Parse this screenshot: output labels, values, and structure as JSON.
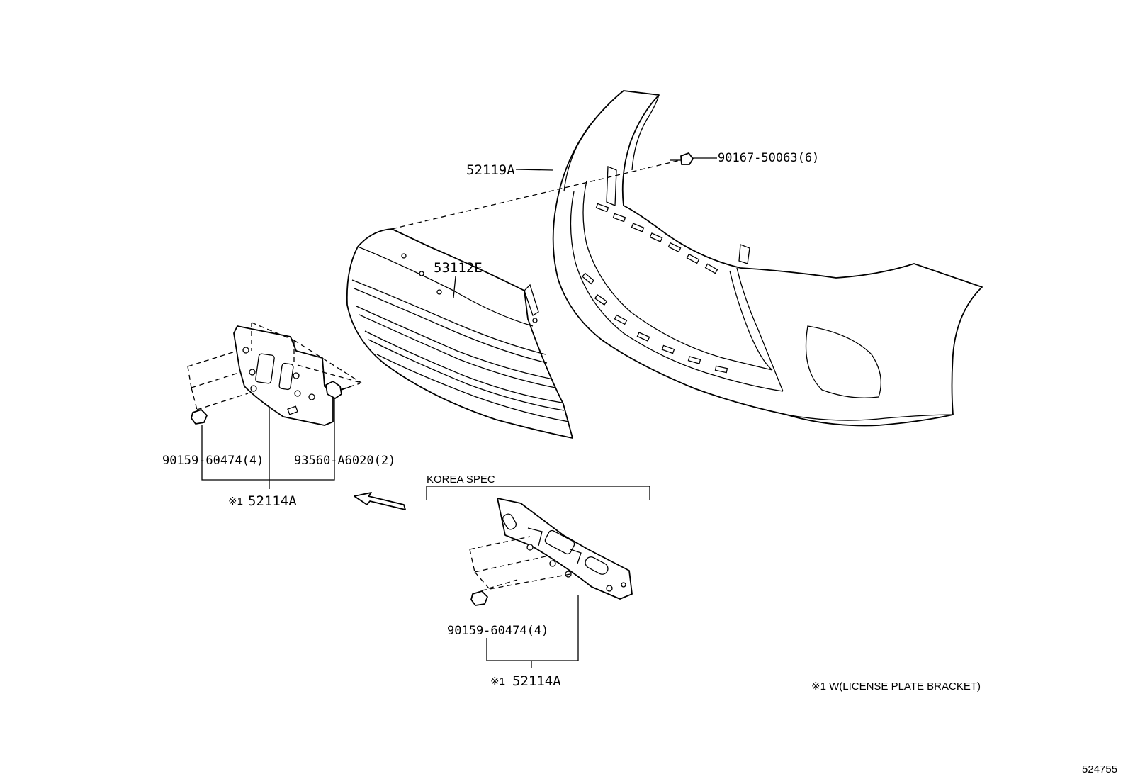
{
  "diagram": {
    "labels": {
      "bumper_cover": "52119A",
      "grille": "53112E",
      "clip_screw": "90167-50063(6)",
      "bolt_upper": "90159-60474(4)",
      "nut": "93560-A6020(2)",
      "bracket_upper": "52114A",
      "bracket_upper_mark": "※1",
      "korea_spec": "KOREA SPEC",
      "bolt_lower": "90159-60474(4)",
      "bracket_lower": "52114A",
      "bracket_lower_mark": "※1",
      "footnote": "※1 W(LICENSE PLATE BRACKET)",
      "diagram_id": "524755"
    }
  }
}
